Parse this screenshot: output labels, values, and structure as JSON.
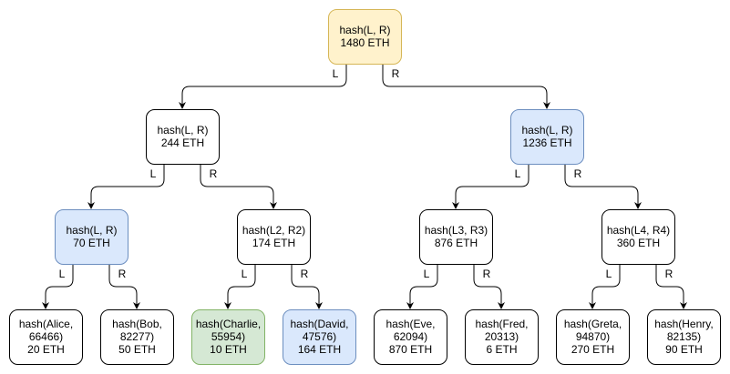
{
  "colors": {
    "white": "#ffffff",
    "yellow": "#fff2cc",
    "blue": "#dae8fc",
    "green": "#d5e8d4",
    "stroke_default": "#000000",
    "stroke_yellow": "#d6b656",
    "stroke_blue": "#6c8ebf",
    "stroke_green": "#82b366"
  },
  "nodes": {
    "root": {
      "lines": [
        "hash(L, R)",
        "1480 ETH"
      ],
      "fill": "yellow"
    },
    "l1a": {
      "lines": [
        "hash(L, R)",
        "244 ETH"
      ],
      "fill": "white"
    },
    "l1b": {
      "lines": [
        "hash(L, R)",
        "1236 ETH"
      ],
      "fill": "blue"
    },
    "l2a": {
      "lines": [
        "hash(L, R)",
        "70 ETH"
      ],
      "fill": "blue"
    },
    "l2b": {
      "lines": [
        "hash(L2, R2)",
        "174 ETH"
      ],
      "fill": "white"
    },
    "l2c": {
      "lines": [
        "hash(L3, R3)",
        "876 ETH"
      ],
      "fill": "white"
    },
    "l2d": {
      "lines": [
        "hash(L4, R4)",
        "360 ETH"
      ],
      "fill": "white"
    },
    "alice": {
      "lines": [
        "hash(Alice,",
        "66466)",
        "20 ETH"
      ],
      "fill": "white"
    },
    "bob": {
      "lines": [
        "hash(Bob,",
        "82277)",
        "50 ETH"
      ],
      "fill": "white"
    },
    "charlie": {
      "lines": [
        "hash(Charlie,",
        "55954)",
        "10 ETH"
      ],
      "fill": "green"
    },
    "david": {
      "lines": [
        "hash(David,",
        "47576)",
        "164 ETH"
      ],
      "fill": "blue"
    },
    "eve": {
      "lines": [
        "hash(Eve,",
        "62094)",
        "870 ETH"
      ],
      "fill": "white"
    },
    "fred": {
      "lines": [
        "hash(Fred,",
        "20313)",
        "6 ETH"
      ],
      "fill": "white"
    },
    "greta": {
      "lines": [
        "hash(Greta,",
        "94870)",
        "270 ETH"
      ],
      "fill": "white"
    },
    "henry": {
      "lines": [
        "hash(Henry,",
        "82135)",
        "90 ETH"
      ],
      "fill": "white"
    }
  },
  "edges": [
    {
      "from": "root",
      "to": "l1a",
      "label": "L"
    },
    {
      "from": "root",
      "to": "l1b",
      "label": "R"
    },
    {
      "from": "l1a",
      "to": "l2a",
      "label": "L"
    },
    {
      "from": "l1a",
      "to": "l2b",
      "label": "R"
    },
    {
      "from": "l1b",
      "to": "l2c",
      "label": "L"
    },
    {
      "from": "l1b",
      "to": "l2d",
      "label": "R"
    },
    {
      "from": "l2a",
      "to": "alice",
      "label": "L"
    },
    {
      "from": "l2a",
      "to": "bob",
      "label": "R"
    },
    {
      "from": "l2b",
      "to": "charlie",
      "label": "L"
    },
    {
      "from": "l2b",
      "to": "david",
      "label": "R"
    },
    {
      "from": "l2c",
      "to": "eve",
      "label": "L"
    },
    {
      "from": "l2c",
      "to": "fred",
      "label": "R"
    },
    {
      "from": "l2d",
      "to": "greta",
      "label": "L"
    },
    {
      "from": "l2d",
      "to": "henry",
      "label": "R"
    }
  ]
}
